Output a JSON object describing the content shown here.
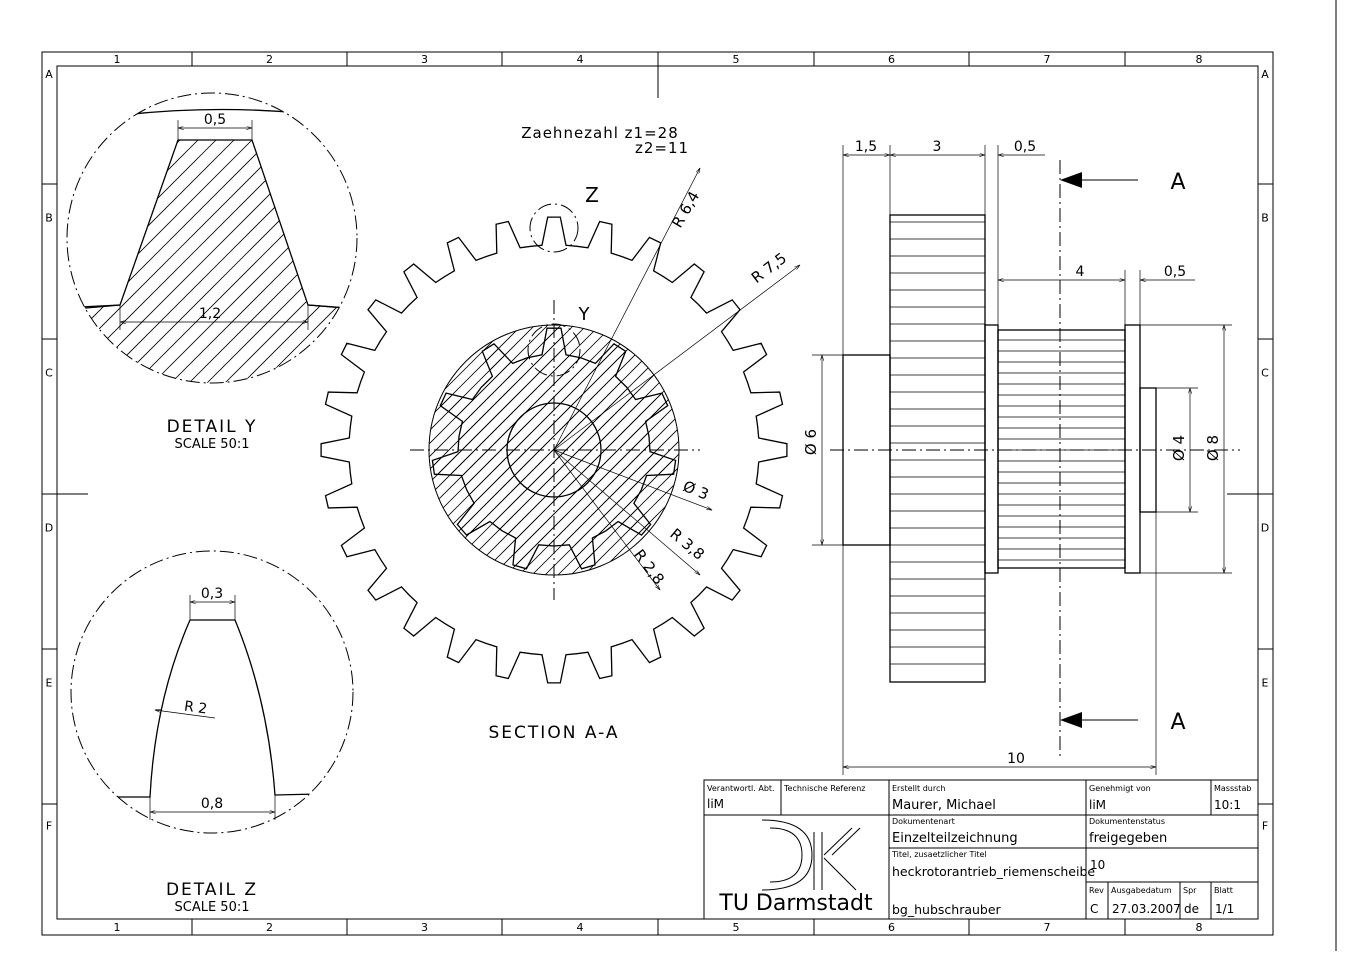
{
  "frame": {
    "columns": [
      "1",
      "2",
      "3",
      "4",
      "5",
      "6",
      "7",
      "8"
    ],
    "rows": [
      "A",
      "B",
      "C",
      "D",
      "E",
      "F"
    ]
  },
  "gear": {
    "tooth_count_label": "Zaehnezahl z1=28",
    "tooth_count_label2": "z2=11",
    "outer_teeth": 28,
    "inner_teeth": 11,
    "detail_z_marker": "Z",
    "detail_y_marker": "Y",
    "dim_r64": "R 6,4",
    "dim_r75": "R 7,5",
    "dim_d3": "Ø 3",
    "dim_r38": "R 3,8",
    "dim_r28": "R 2,8",
    "section_label": "SECTION A-A"
  },
  "detail_y": {
    "title": "DETAIL Y",
    "scale": "SCALE 50:1",
    "dim_top": "0,5",
    "dim_bottom": "1,2"
  },
  "detail_z": {
    "title": "DETAIL Z",
    "scale": "SCALE 50:1",
    "dim_top": "0,3",
    "dim_radius": "R 2",
    "dim_bottom": "0,8"
  },
  "side_view": {
    "dim_15": "1,5",
    "dim_3": "3",
    "dim_05_top": "0,5",
    "dim_4": "4",
    "dim_05_mid": "0,5",
    "dim_d6": "Ø 6",
    "dim_d4": "Ø 4",
    "dim_d8": "Ø 8",
    "dim_10": "10",
    "section_mark_top": "A",
    "section_mark_bottom": "A"
  },
  "title_block": {
    "lbl_responsible": "Verantwortl. Abt.",
    "val_responsible": "liM",
    "lbl_tech_ref": "Technische Referenz",
    "lbl_created_by": "Erstellt durch",
    "val_created_by": "Maurer, Michael",
    "lbl_approved_by": "Genehmigt von",
    "val_approved_by": "liM",
    "lbl_scale": "Massstab",
    "val_scale": "10:1",
    "lbl_doc_type": "Dokumentenart",
    "val_doc_type": "Einzelteilzeichnung",
    "lbl_doc_status": "Dokumentenstatus",
    "val_doc_status": "freigegeben",
    "lbl_title": "Titel, zusaetzlicher Titel",
    "val_title": "heckrotorantrieb_riemenscheibe",
    "val_drawing_no": "10",
    "lbl_rev": "Rev",
    "val_rev": "C",
    "lbl_issue_date": "Ausgabedatum",
    "val_issue_date": "27.03.2007",
    "lbl_lang": "Spr",
    "val_lang": "de",
    "lbl_sheet": "Blatt",
    "val_sheet": "1/1",
    "val_project": "bg_hubschrauber",
    "university": "TU Darmstadt"
  }
}
